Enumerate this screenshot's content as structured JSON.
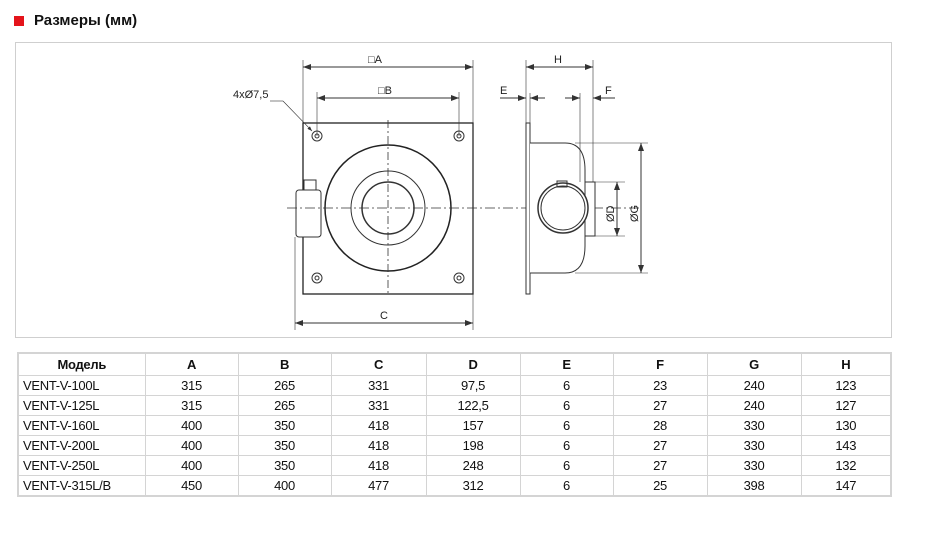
{
  "section": {
    "title": "Размеры (мм)",
    "accent": "#e4141b"
  },
  "diagram": {
    "labels": {
      "a": "□A",
      "b": "□B",
      "c": "C",
      "holes": "4xØ7,5",
      "h": "H",
      "e": "E",
      "f": "F",
      "d": "ØD",
      "g": "ØG"
    }
  },
  "table": {
    "headers": [
      "Модель",
      "A",
      "B",
      "C",
      "D",
      "E",
      "F",
      "G",
      "H"
    ],
    "rows": [
      [
        "VENT-V-100L",
        "315",
        "265",
        "331",
        "97,5",
        "6",
        "23",
        "240",
        "123"
      ],
      [
        "VENT-V-125L",
        "315",
        "265",
        "331",
        "122,5",
        "6",
        "27",
        "240",
        "127"
      ],
      [
        "VENT-V-160L",
        "400",
        "350",
        "418",
        "157",
        "6",
        "28",
        "330",
        "130"
      ],
      [
        "VENT-V-200L",
        "400",
        "350",
        "418",
        "198",
        "6",
        "27",
        "330",
        "143"
      ],
      [
        "VENT-V-250L",
        "400",
        "350",
        "418",
        "248",
        "6",
        "27",
        "330",
        "132"
      ],
      [
        "VENT-V-315L/B",
        "450",
        "400",
        "477",
        "312",
        "6",
        "25",
        "398",
        "147"
      ]
    ]
  }
}
